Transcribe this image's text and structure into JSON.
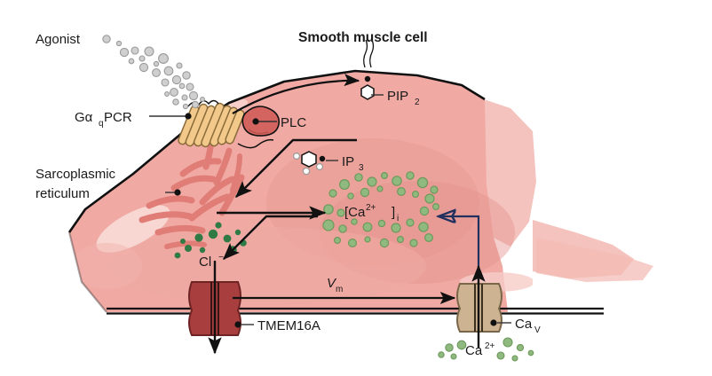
{
  "figure": {
    "title": "Smooth muscle cell",
    "kind": "biological-signaling-diagram",
    "background": "#ffffff"
  },
  "labels": {
    "agonist": "Agonist",
    "gpcr": "Gα",
    "gpcr_sub": "q",
    "gpcr_rest": "PCR",
    "plc": "PLC",
    "pip2": "PIP",
    "pip2_sub": "2",
    "ip3": "IP",
    "ip3_sub": "3",
    "sr_line1": "Sarcoplasmic",
    "sr_line2": "reticulum",
    "calcium_open": "[Ca",
    "calcium_sup": "2+",
    "calcium_close": "]",
    "calcium_sub": "i",
    "chloride": "Cl",
    "chloride_sup": "−",
    "tmem16a": "TMEM16A",
    "vm": "V",
    "vm_sub": "m",
    "cav": "Ca",
    "cav_sub": "V",
    "calcium_ext": "Ca",
    "calcium_ext_sup": "2+"
  },
  "colors": {
    "cell_body": "#f0a9a3",
    "cell_body_light": "#f6c6c1",
    "cell_neighbor": "#f5c3bd",
    "highlight": "#f9ded9",
    "sr_tubule": "#ef9a92",
    "sr_tubule_stroke": "#e07d76",
    "plc_blob": "#d4645f",
    "gpcr_helix": "#f2c98a",
    "gpcr_helix_stroke": "#8a6b3a",
    "tmem16a_channel": "#a83e3e",
    "tmem16a_stroke": "#6e2424",
    "cav_channel": "#cdb392",
    "cav_stroke": "#7a6648",
    "calcium_ion": "#8fb97e",
    "calcium_ion_stroke": "#6d9a5c",
    "chloride_ion": "#2f7a45",
    "agonist_particle": "#cfcfcf",
    "agonist_stroke": "#9a9a9a",
    "outline": "#111111",
    "text": "#1a1a1a",
    "navy_arrow": "#22305e",
    "hexagon_fill": "#ffffff"
  },
  "structures": {
    "membrane": "plasma-membrane-bilayer",
    "receptor": "seven-transmembrane-helix-bundle",
    "chloride_channel": "TMEM16A",
    "calcium_channel": "CaV",
    "organelle": "sarcoplasmic-reticulum"
  },
  "arrows": [
    {
      "name": "plc-activation-arrow",
      "from": "GPCR",
      "to": "PLC",
      "color": "#111111"
    },
    {
      "name": "ip3-to-sr-arrow",
      "from": "IP3",
      "to": "sarcoplasmic-reticulum",
      "color": "#111111"
    },
    {
      "name": "sr-calcium-release-arrow",
      "from": "sarcoplasmic-reticulum",
      "to": "calcium-pool",
      "color": "#111111"
    },
    {
      "name": "calcium-to-tmem16a-arrow",
      "from": "calcium-pool",
      "to": "TMEM16A",
      "color": "#111111"
    },
    {
      "name": "chloride-efflux-arrow",
      "from": "cytosol",
      "to": "extracellular",
      "color": "#111111"
    },
    {
      "name": "depolarization-arrow",
      "from": "TMEM16A",
      "to": "CaV",
      "color": "#111111"
    },
    {
      "name": "calcium-influx-arrow",
      "from": "extracellular",
      "to": "cytosol",
      "color": "#111111"
    },
    {
      "name": "calcium-feedback-arrow",
      "from": "CaV",
      "to": "calcium-pool",
      "color": "#22305e"
    }
  ],
  "particles": {
    "agonist_count": 26,
    "calcium_pool_count": 34,
    "chloride_count": 11,
    "calcium_external_count": 9
  }
}
